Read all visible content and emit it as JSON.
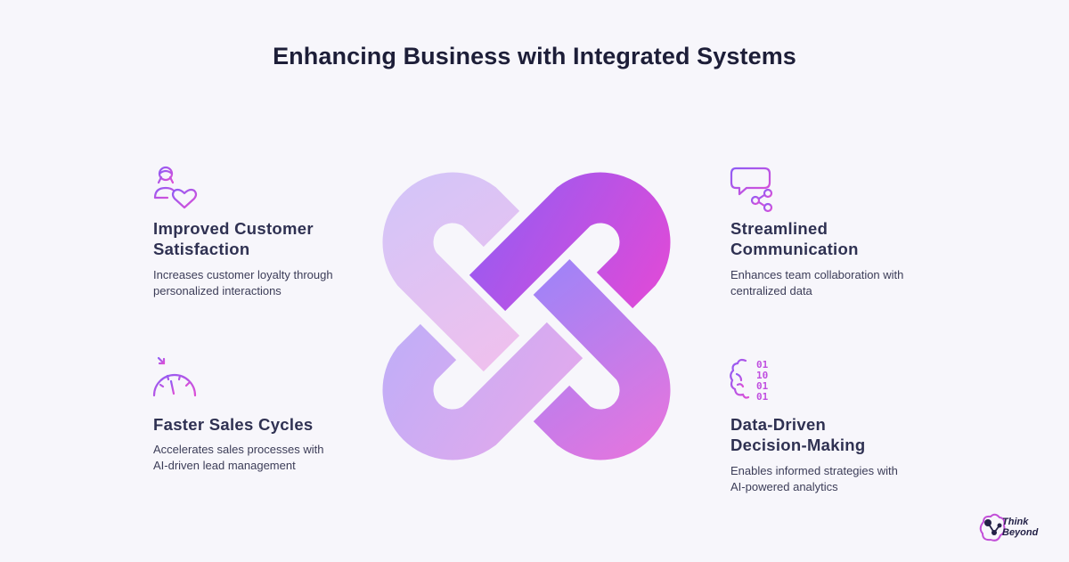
{
  "title": "Enhancing Business with Integrated Systems",
  "items": [
    {
      "heading_line1": "Improved Customer",
      "heading_line2": "Satisfaction",
      "desc_line1": "Increases customer loyalty through",
      "desc_line2": "personalized interactions",
      "icon": "person-heart-icon"
    },
    {
      "heading_line1": "Faster Sales Cycles",
      "heading_line2": "",
      "desc_line1": "Accelerates sales processes with",
      "desc_line2": "AI-driven lead management",
      "icon": "speedometer-icon"
    },
    {
      "heading_line1": "Streamlined",
      "heading_line2": "Communication",
      "desc_line1": "Enhances team collaboration with",
      "desc_line2": "centralized data",
      "icon": "chat-share-icon"
    },
    {
      "heading_line1": "Data-Driven",
      "heading_line2": "Decision-Making",
      "desc_line1": "Enables informed strategies with",
      "desc_line2": "AI-powered analytics",
      "icon": "brain-binary-icon",
      "binary": [
        "01",
        "10",
        "01",
        "01"
      ]
    }
  ],
  "brand": {
    "line1": "Think",
    "line2": "Beyond"
  },
  "colors": {
    "accent_purple": "#8e5cf5",
    "accent_pink": "#dd4fd6",
    "text_dark": "#2f3152"
  }
}
